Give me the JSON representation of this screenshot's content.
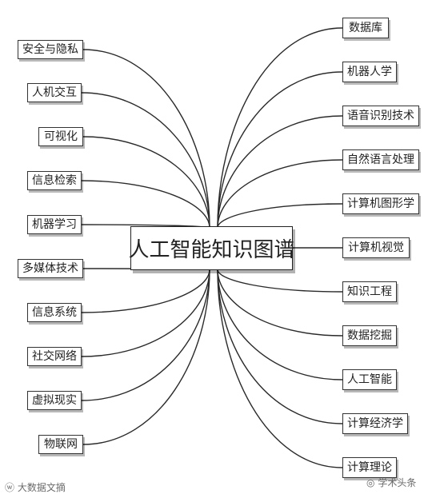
{
  "center": {
    "label": "人工智能知识图谱"
  },
  "left_nodes": [
    {
      "label": "安全与隐私"
    },
    {
      "label": "人机交互"
    },
    {
      "label": "可视化"
    },
    {
      "label": "信息检索"
    },
    {
      "label": "机器学习"
    },
    {
      "label": "多媒体技术"
    },
    {
      "label": "信息系统"
    },
    {
      "label": "社交网络"
    },
    {
      "label": "虚拟现实"
    },
    {
      "label": "物联网"
    }
  ],
  "right_nodes": [
    {
      "label": "数据库"
    },
    {
      "label": "机器人学"
    },
    {
      "label": "语音识别技术"
    },
    {
      "label": "自然语言处理"
    },
    {
      "label": "计算机图形学"
    },
    {
      "label": "计算机视觉"
    },
    {
      "label": "知识工程"
    },
    {
      "label": "数据挖掘"
    },
    {
      "label": "人工智能"
    },
    {
      "label": "计算经济学"
    },
    {
      "label": "计算理论"
    }
  ],
  "watermarks": {
    "left": "大数据文摘",
    "right": "学术头条"
  }
}
